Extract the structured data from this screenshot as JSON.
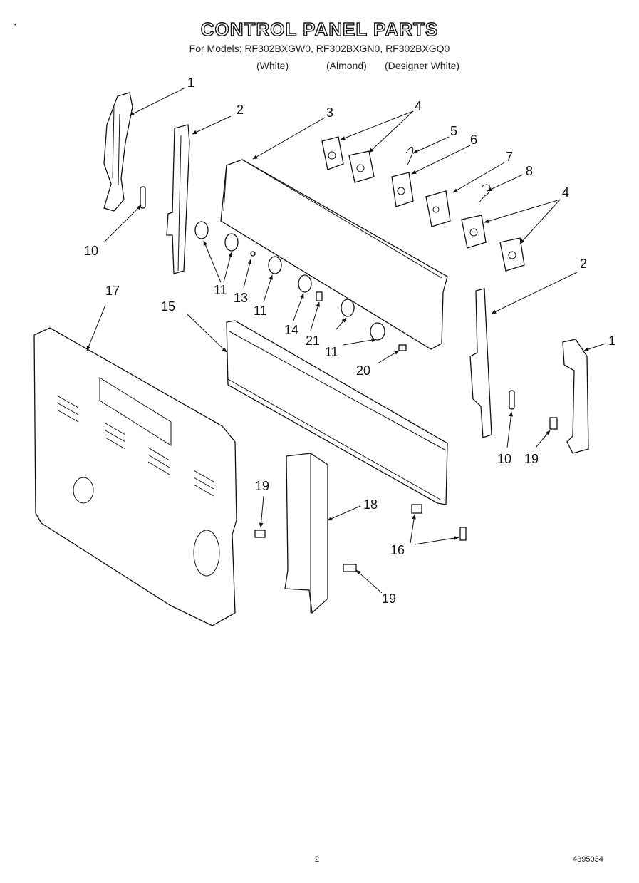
{
  "header": {
    "title": "CONTROL PANEL PARTS",
    "models": "For Models: RF302BXGW0, RF302BXGN0, RF302BXGQ0",
    "colors": [
      "(White)",
      "(Almond)",
      "(Designer White)"
    ]
  },
  "callouts": {
    "c1a": "1",
    "c1b": "1",
    "c2a": "2",
    "c2b": "2",
    "c3": "3",
    "c4a": "4",
    "c4b": "4",
    "c5": "5",
    "c6": "6",
    "c7": "7",
    "c8": "8",
    "c10a": "10",
    "c10b": "10",
    "c11a": "11",
    "c11b": "11",
    "c11c": "11",
    "c13": "13",
    "c14": "14",
    "c15": "15",
    "c16": "16",
    "c17": "17",
    "c18": "18",
    "c19a": "19",
    "c19b": "19",
    "c19c": "19",
    "c20": "20",
    "c21": "21"
  },
  "footer": {
    "page": "2",
    "doc_number": "4395034"
  }
}
